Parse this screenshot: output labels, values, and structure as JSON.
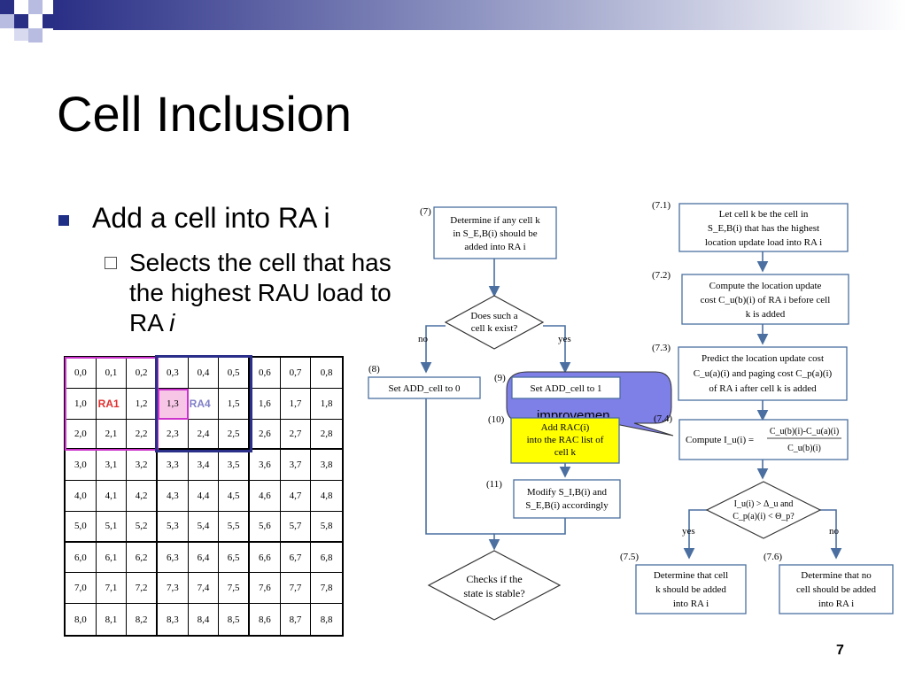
{
  "slide": {
    "title": "Cell Inclusion",
    "bullet": "Add a cell into RA i",
    "sub_bullet_plain": "Selects the cell that has the highest RAU load to RA ",
    "sub_bullet_italic": "i",
    "page_number": "7"
  },
  "colors": {
    "bullet": "#1f2e86",
    "ra1_border": "#cc33cc",
    "ra1_cell_fill": "#f7c6e6",
    "ra4_border": "#2b2f8a",
    "ra1_label": "#e03030",
    "ra4_label": "#8080c8",
    "flow_stroke": "#4a6fa0",
    "highlight_box": "#ffff00",
    "callout": "#7f7fe8"
  },
  "grid": {
    "rows": [
      [
        "0,0",
        "0,1",
        "0,2",
        "0,3",
        "0,4",
        "0,5",
        "0,6",
        "0,7",
        "0,8"
      ],
      [
        "1,0",
        "",
        "1,2",
        "1,3",
        "",
        "1,5",
        "1,6",
        "1,7",
        "1,8"
      ],
      [
        "2,0",
        "2,1",
        "2,2",
        "2,3",
        "2,4",
        "2,5",
        "2,6",
        "2,7",
        "2,8"
      ],
      [
        "3,0",
        "3,1",
        "3,2",
        "3,3",
        "3,4",
        "3,5",
        "3,6",
        "3,7",
        "3,8"
      ],
      [
        "4,0",
        "4,1",
        "4,2",
        "4,3",
        "4,4",
        "4,5",
        "4,6",
        "4,7",
        "4,8"
      ],
      [
        "5,0",
        "5,1",
        "5,2",
        "5,3",
        "5,4",
        "5,5",
        "5,6",
        "5,7",
        "5,8"
      ],
      [
        "6,0",
        "6,1",
        "6,2",
        "6,3",
        "6,4",
        "6,5",
        "6,6",
        "6,7",
        "6,8"
      ],
      [
        "7,0",
        "7,1",
        "7,2",
        "7,3",
        "7,4",
        "7,5",
        "7,6",
        "7,7",
        "7,8"
      ],
      [
        "8,0",
        "8,1",
        "8,2",
        "8,3",
        "8,4",
        "8,5",
        "8,6",
        "8,7",
        "8,8"
      ]
    ],
    "ra1_label": "RA1",
    "ra4_label": "RA4"
  },
  "flow": {
    "step7": "(7)",
    "step7_l1": "Determine if any cell k",
    "step7_l2": "in S_E,B(i) should be",
    "step7_l3": "added into RA i",
    "diamond_l1": "Does such a",
    "diamond_l2": "cell k exist?",
    "no": "no",
    "yes": "yes",
    "step8": "(8)",
    "step8_text": "Set ADD_cell to 0",
    "step9": "(9)",
    "step9_text": "Set ADD_cell to 1",
    "step10": "(10)",
    "step10_l1": "Add RAC(i)",
    "step10_l2": "into the RAC list of",
    "step10_l3": "cell k",
    "step11": "(11)",
    "step11_l1": "Modify S_I,B(i) and",
    "step11_l2": "S_E,B(i) accordingly",
    "end_l1": "Checks if the",
    "end_l2": "state is stable?",
    "callout_text": "improvemen",
    "s71": "(7.1)",
    "s71_l1": "Let cell k be the cell in",
    "s71_l2": "S_E,B(i) that has the highest",
    "s71_l3": "location update load into RA i",
    "s72": "(7.2)",
    "s72_l1": "Compute the location update",
    "s72_l2": "cost C_u(b)(i) of RA i before cell",
    "s72_l3": "k is added",
    "s73": "(7.3)",
    "s73_l1": "Predict the location update cost",
    "s73_l2": "C_u(a)(i) and paging cost C_p(a)(i)",
    "s73_l3": "of RA i after cell k is added",
    "s74": "(7.4)",
    "s74_compute": "Compute I_u(i) =",
    "s74_num": "C_u(b)(i)-C_u(a)(i)",
    "s74_den": "C_u(b)(i)",
    "d2_l1": "I_u(i) > Δ_u and",
    "d2_l2": "C_p(a)(i) < Θ_p?",
    "d2_yes": "yes",
    "d2_no": "no",
    "s75": "(7.5)",
    "s75_l1": "Determine that cell",
    "s75_l2": "k should be added",
    "s75_l3": "into RA i",
    "s76": "(7.6)",
    "s76_l1": "Determine that no",
    "s76_l2": "cell should be added",
    "s76_l3": "into RA i"
  }
}
